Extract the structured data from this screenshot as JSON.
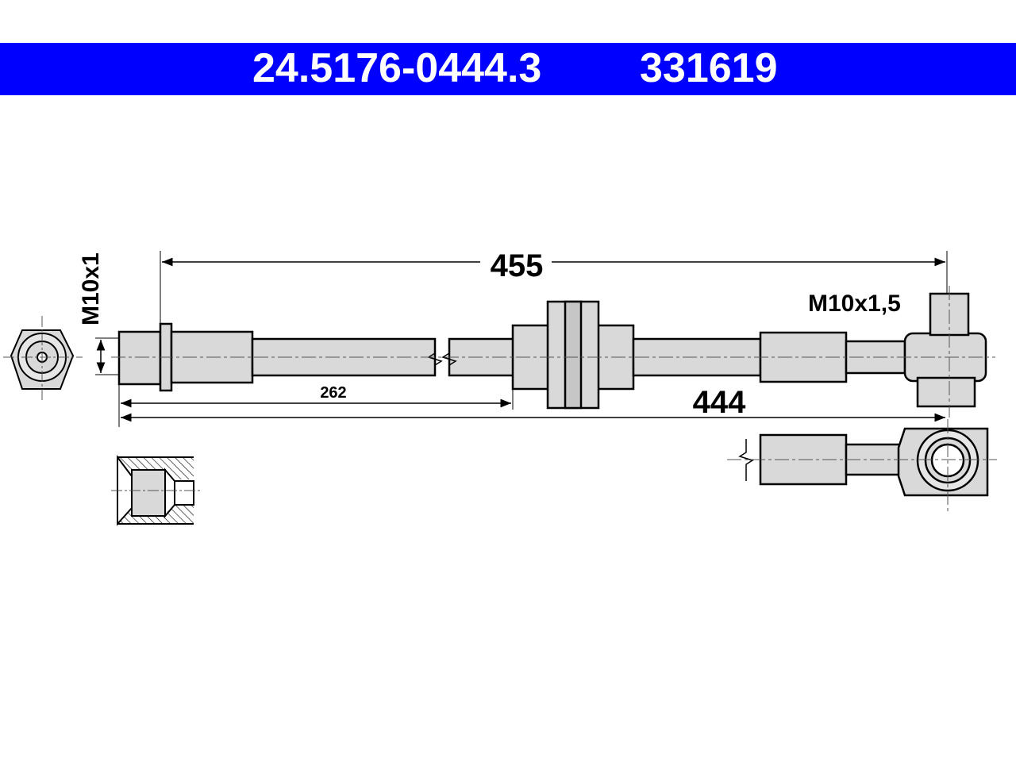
{
  "header": {
    "part_number": "24.5176-0444.3",
    "reference_number": "331619",
    "background_color": "#0000ff",
    "text_color": "#ffffff"
  },
  "dimensions": {
    "overall_length": "455",
    "hose_length": "444",
    "bracket_position": "262"
  },
  "threads": {
    "left_fitting": "M10x1",
    "right_fitting": "M10x1,5"
  },
  "colors": {
    "line": "#000000",
    "part_fill": "#d9d9d9",
    "centerline": "#555555"
  }
}
